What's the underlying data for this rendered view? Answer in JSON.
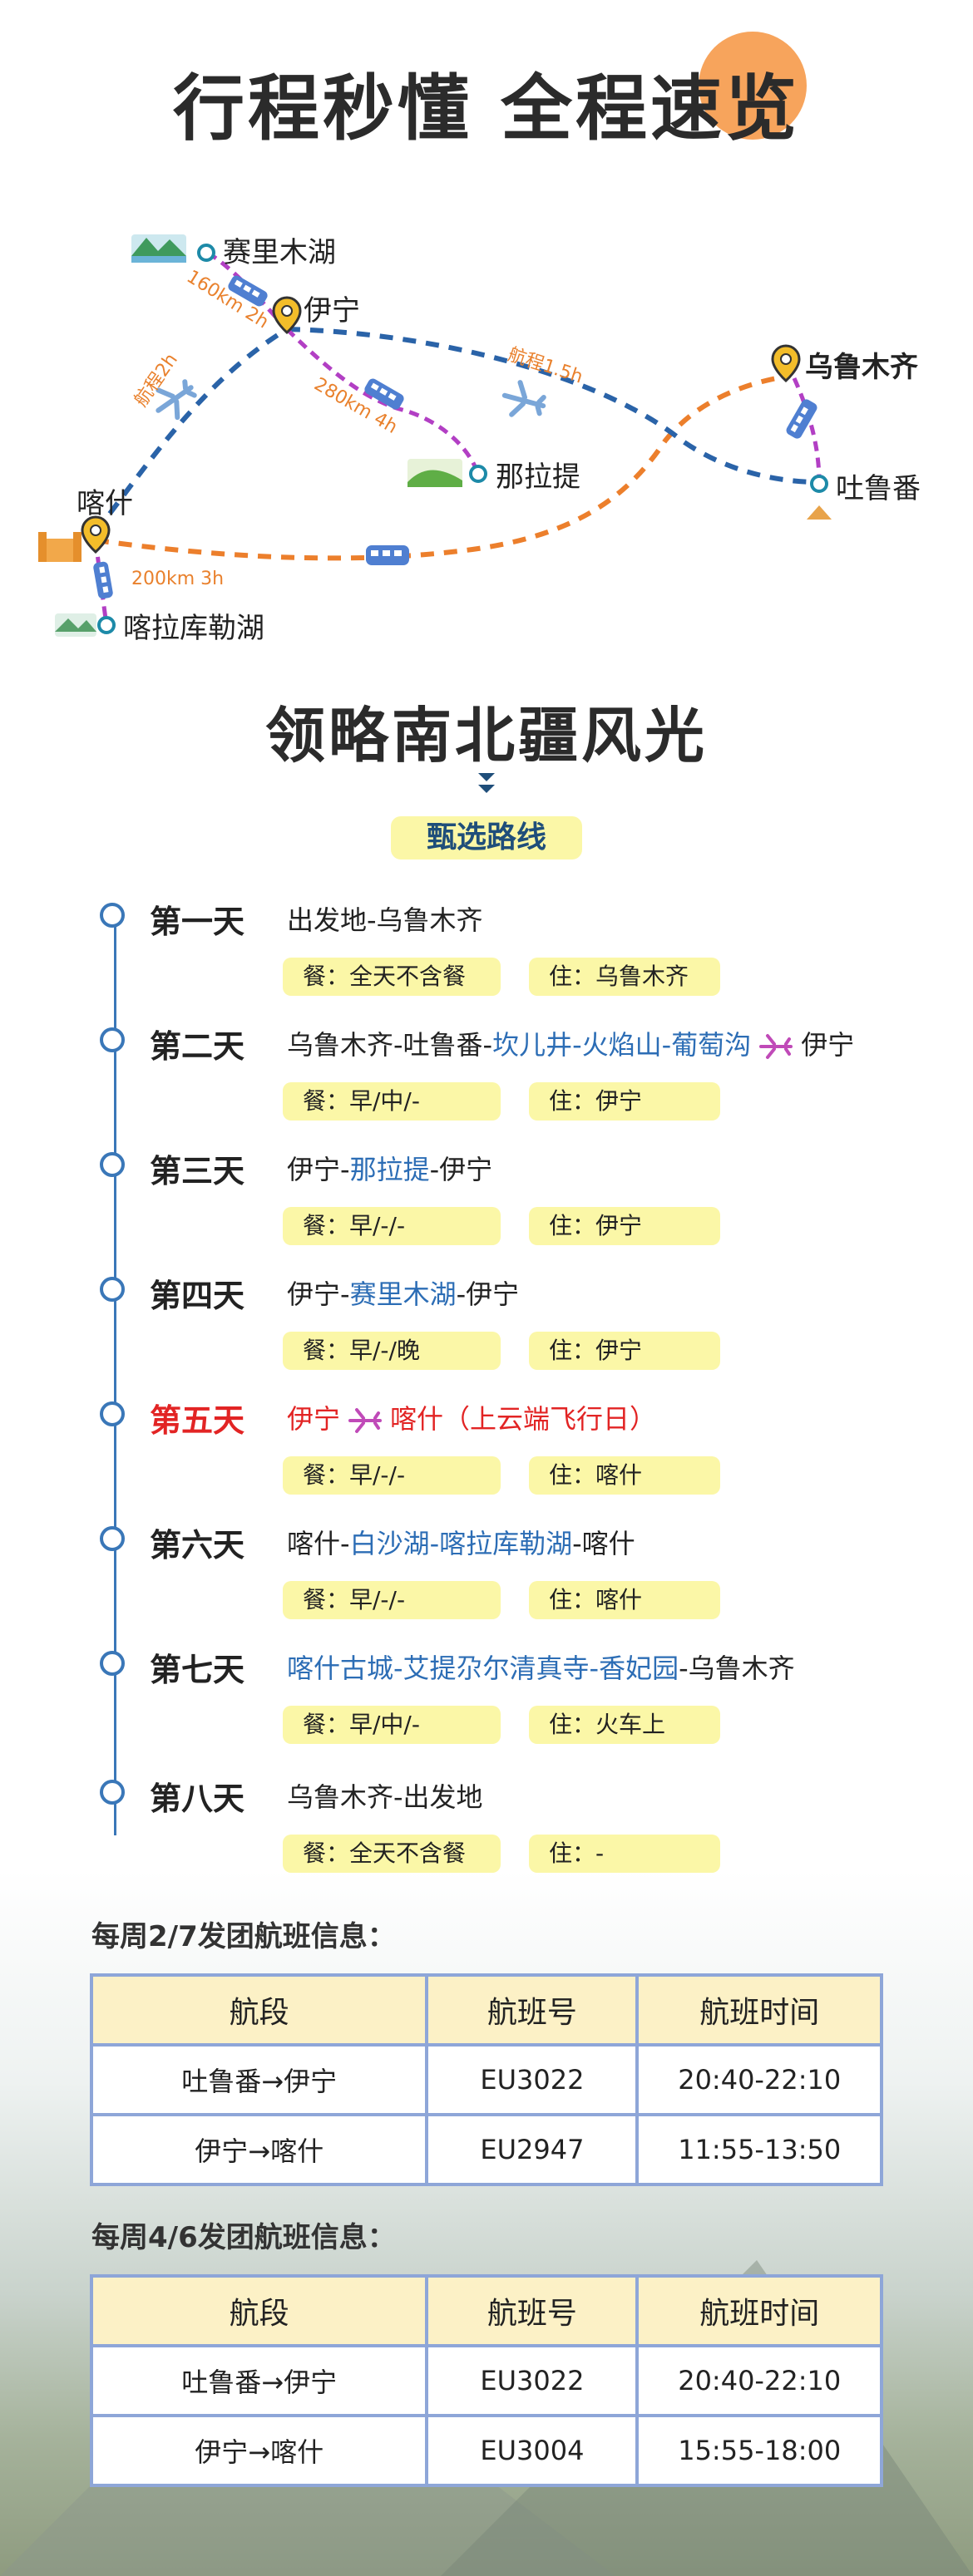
{
  "header": {
    "title": "行程秒懂  全程速览"
  },
  "map": {
    "cities": {
      "sayram": "赛里木湖",
      "yining": "伊宁",
      "urumqi": "乌鲁木齐",
      "turpan": "吐鲁番",
      "nalati": "那拉提",
      "kashgar": "喀什",
      "karakul": "喀拉库勒湖"
    },
    "route_labels": {
      "sayram_yining": "160km 2h",
      "yining_urumqi": "航程1.5h",
      "kashgar_yining": "航程2h",
      "yining_nalati": "280km 4h",
      "kashgar_karakul": "200km 3h"
    },
    "colors": {
      "flight": "#2a63a8",
      "rail": "#ec7f2c",
      "road": "#b23fc4"
    }
  },
  "section": {
    "title": "领略南北疆风光",
    "subtitle": "甄选路线"
  },
  "days": [
    {
      "label": "第一天",
      "route": [
        {
          "t": "出发地-乌鲁木齐",
          "c": ""
        }
      ],
      "meal": "餐：全天不含餐",
      "stay": "住：乌鲁木齐"
    },
    {
      "label": "第二天",
      "route": [
        {
          "t": "乌鲁木齐-吐鲁番-",
          "c": ""
        },
        {
          "t": "坎儿井-火焰山-葡萄沟",
          "c": "blue"
        },
        {
          "t": "plane",
          "c": "icon"
        },
        {
          "t": "伊宁",
          "c": ""
        }
      ],
      "meal": "餐：早/中/-",
      "stay": "住：伊宁"
    },
    {
      "label": "第三天",
      "route": [
        {
          "t": "伊宁-",
          "c": ""
        },
        {
          "t": "那拉提",
          "c": "blue"
        },
        {
          "t": "-伊宁",
          "c": ""
        }
      ],
      "meal": "餐：早/-/-",
      "stay": "住：伊宁"
    },
    {
      "label": "第四天",
      "route": [
        {
          "t": "伊宁-",
          "c": ""
        },
        {
          "t": "赛里木湖",
          "c": "blue"
        },
        {
          "t": "-伊宁",
          "c": ""
        }
      ],
      "meal": "餐：早/-/晚",
      "stay": "住：伊宁"
    },
    {
      "label": "第五天",
      "red": true,
      "route": [
        {
          "t": "伊宁",
          "c": "red"
        },
        {
          "t": "plane",
          "c": "icon"
        },
        {
          "t": "喀什（上云端飞行日）",
          "c": "red"
        }
      ],
      "meal": "餐：早/-/-",
      "stay": "住：喀什"
    },
    {
      "label": "第六天",
      "route": [
        {
          "t": "喀什-",
          "c": ""
        },
        {
          "t": "白沙湖-喀拉库勒湖",
          "c": "blue"
        },
        {
          "t": "-喀什",
          "c": ""
        }
      ],
      "meal": "餐：早/-/-",
      "stay": "住：喀什"
    },
    {
      "label": "第七天",
      "route": [
        {
          "t": "喀什古城-艾提尕尔清真寺-香妃园",
          "c": "blue"
        },
        {
          "t": "-乌鲁木齐",
          "c": ""
        }
      ],
      "meal": "餐：早/中/-",
      "stay": "住：火车上"
    },
    {
      "label": "第八天",
      "route": [
        {
          "t": "乌鲁木齐-出发地",
          "c": ""
        }
      ],
      "meal": "餐：全天不含餐",
      "stay": "住：-"
    }
  ],
  "flights": [
    {
      "heading": "每周2/7发团航班信息：",
      "columns": [
        "航段",
        "航班号",
        "航班时间"
      ],
      "rows": [
        [
          "吐鲁番→伊宁",
          "EU3022",
          "20:40-22:10"
        ],
        [
          "伊宁→喀什",
          "EU2947",
          "11:55-13:50"
        ]
      ]
    },
    {
      "heading": "每周4/6发团航班信息：",
      "columns": [
        "航段",
        "航班号",
        "航班时间"
      ],
      "rows": [
        [
          "吐鲁番→伊宁",
          "EU3022",
          "20:40-22:10"
        ],
        [
          "伊宁→喀什",
          "EU3004",
          "15:55-18:00"
        ]
      ]
    }
  ]
}
